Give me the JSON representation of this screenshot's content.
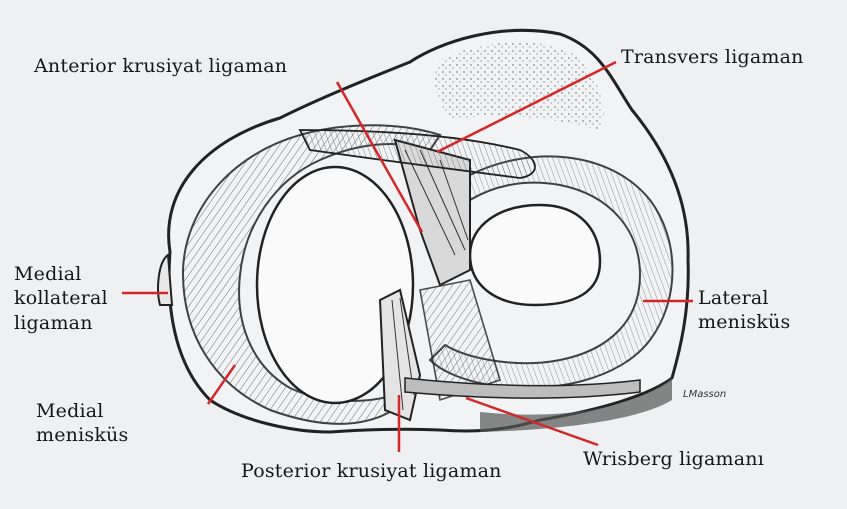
{
  "labels": {
    "acl": "Anterior krusiyat ligaman",
    "transvers": "Transvers ligaman",
    "mcl": "Medial\nkollateral\nligaman",
    "lateral_meniskus": "Lateral\nmenisküs",
    "medial_meniskus": "Medial\nmenisküs",
    "pcl": "Posterior krusiyat ligaman",
    "wrisberg": "Wrisberg ligamanı"
  },
  "signature": "LMasson",
  "colors": {
    "leader_line": "#d42828",
    "ink": "#2a2a2a",
    "background": "#eef0f2"
  }
}
